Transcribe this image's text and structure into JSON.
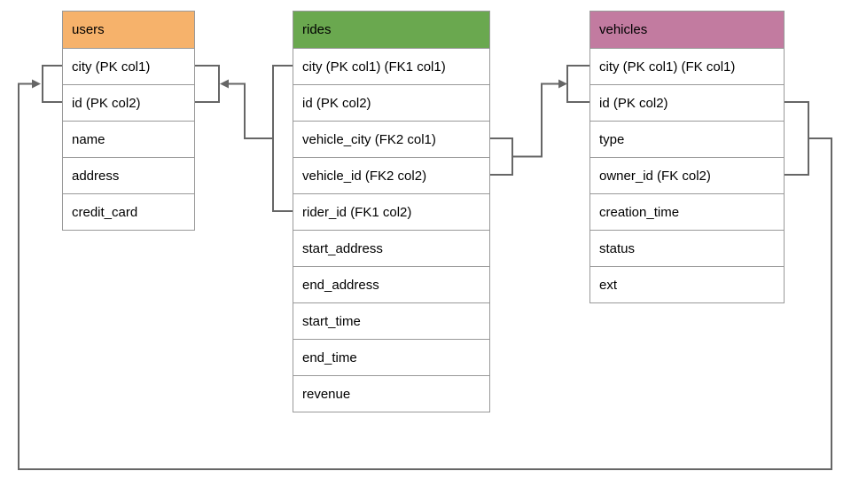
{
  "diagram": {
    "type": "database-schema-er-diagram",
    "tables": [
      {
        "name": "users",
        "header_color": "#F6B26B",
        "rows": [
          "city (PK col1)",
          "id (PK col2)",
          "name",
          "address",
          "credit_card"
        ]
      },
      {
        "name": "rides",
        "header_color": "#6AA84F",
        "rows": [
          "city (PK col1) (FK1 col1)",
          "id (PK col2)",
          "vehicle_city (FK2 col1)",
          "vehicle_id (FK2 col2)",
          "rider_id (FK1 col2)",
          "start_address",
          "end_address",
          "start_time",
          "end_time",
          "revenue"
        ]
      },
      {
        "name": "vehicles",
        "header_color": "#C27BA0",
        "rows": [
          "city (PK col1) (FK col1)",
          "id (PK col2)",
          "type",
          "owner_id (FK col2)",
          "creation_time",
          "status",
          "ext"
        ]
      }
    ],
    "relationships": [
      {
        "arrow_from": "rides (city, rider_id)",
        "arrow_to": "users (city, id)"
      },
      {
        "arrow_from": "rides (vehicle_city, vehicle_id)",
        "arrow_to": "vehicles (city, id)"
      },
      {
        "arrow_from": "vehicles (id, owner_id)",
        "arrow_to": "users (city, id)"
      }
    ],
    "colors": {
      "connector": "#666666",
      "table_border": "#999999",
      "text": "#000000",
      "background": "#ffffff",
      "users_header": "#F6B26B",
      "rides_header": "#6AA84F",
      "vehicles_header": "#C27BA0"
    }
  }
}
